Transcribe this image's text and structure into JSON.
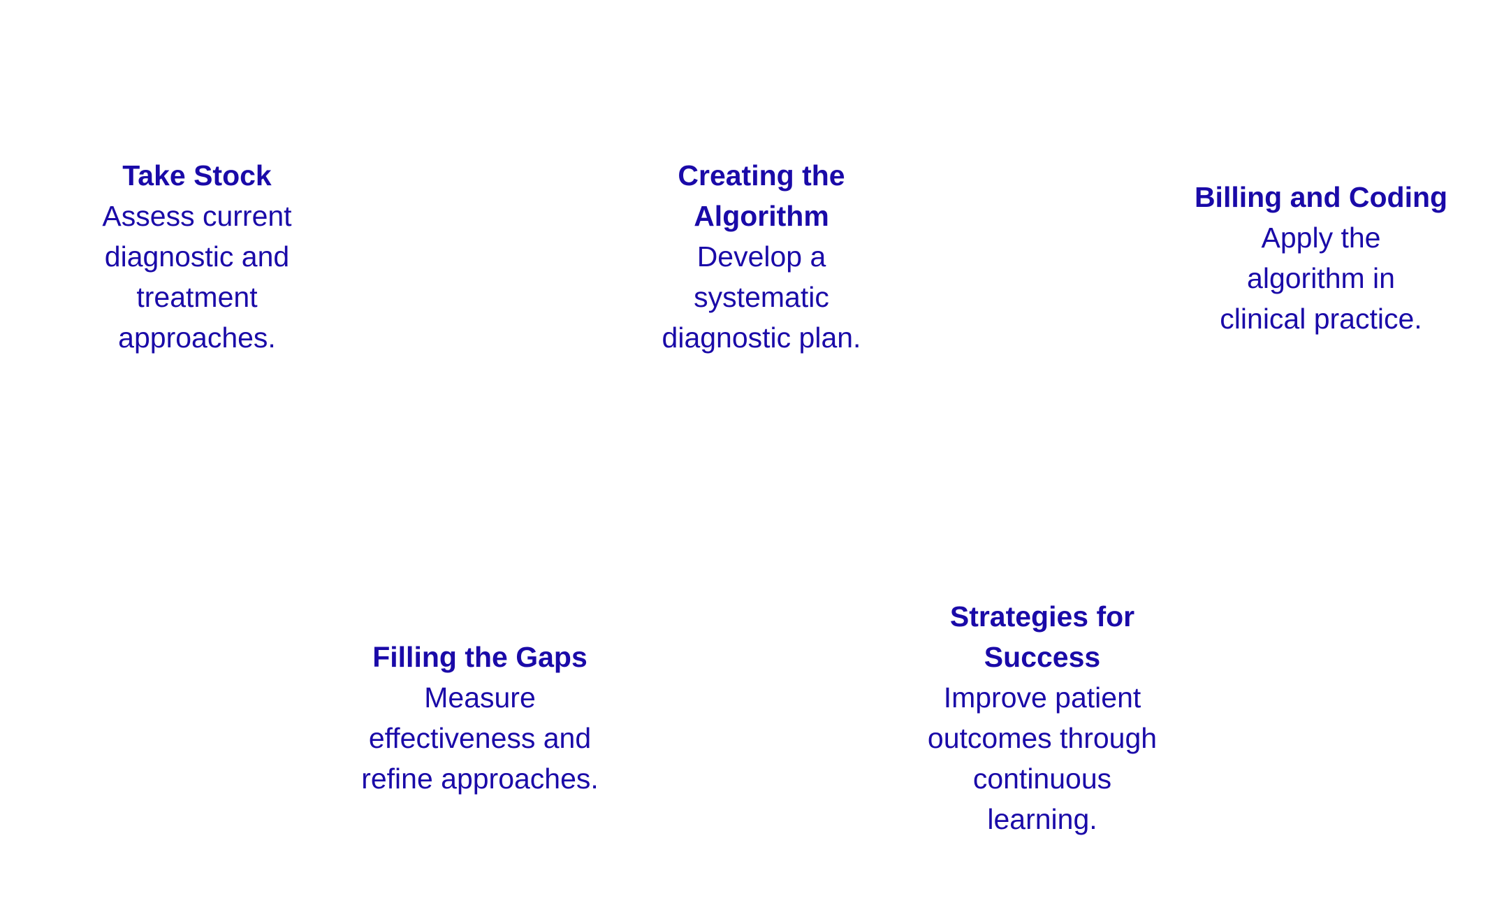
{
  "colors": {
    "text": "#1a0aa8",
    "background": "#ffffff"
  },
  "steps": [
    {
      "title": "Take Stock",
      "description": "Assess current\ndiagnostic and\ntreatment\napproaches."
    },
    {
      "title": "Creating the\nAlgorithm",
      "description": "Develop a\nsystematic\ndiagnostic plan."
    },
    {
      "title": "Billing and Coding",
      "description": "Apply the\nalgorithm in\nclinical practice."
    },
    {
      "title": "Filling the Gaps",
      "description": "Measure\neffectiveness and\nrefine approaches."
    },
    {
      "title": "Strategies for\nSuccess",
      "description": "Improve patient\noutcomes through\ncontinuous\nlearning."
    }
  ]
}
